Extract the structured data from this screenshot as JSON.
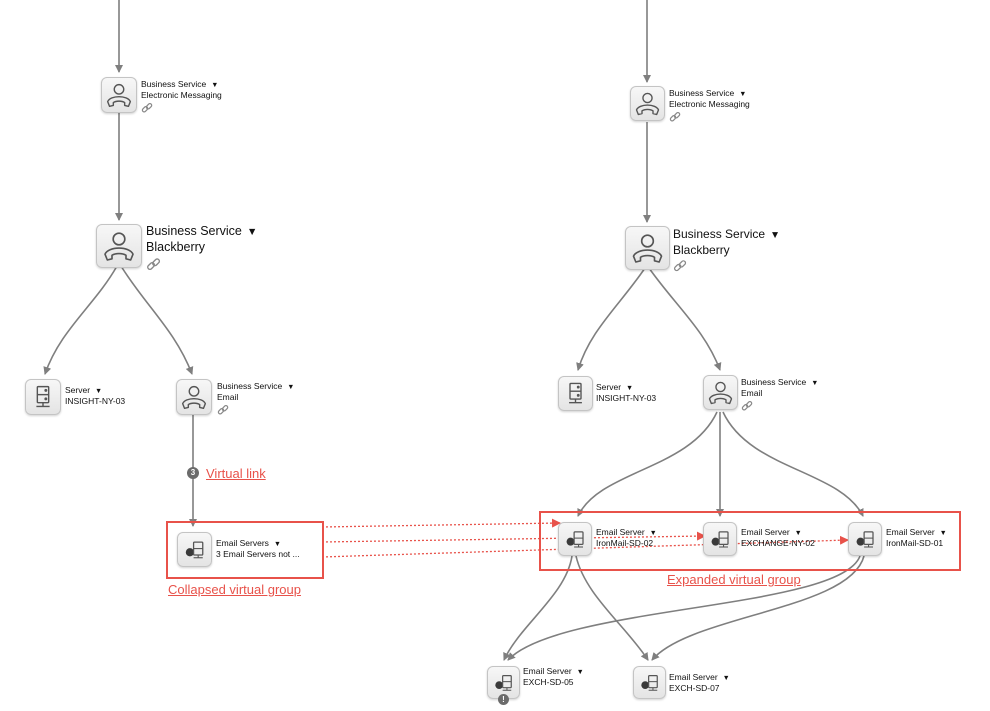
{
  "nodes": {
    "left_em": {
      "type": "Business Service",
      "name": "Electronic Messaging"
    },
    "left_bb": {
      "type": "Business Service",
      "name": "Blackberry"
    },
    "left_srv": {
      "type": "Server",
      "name": "INSIGHT-NY-03"
    },
    "left_email": {
      "type": "Business Service",
      "name": "Email"
    },
    "left_group": {
      "type": "Email Servers",
      "name": "3 Email Servers not ..."
    },
    "right_em": {
      "type": "Business Service",
      "name": "Electronic Messaging"
    },
    "right_bb": {
      "type": "Business Service",
      "name": "Blackberry"
    },
    "right_srv": {
      "type": "Server",
      "name": "INSIGHT-NY-03"
    },
    "right_email": {
      "type": "Business Service",
      "name": "Email"
    },
    "ironmail_sd02": {
      "type": "Email Server",
      "name": "IronMail-SD-02"
    },
    "exchange_ny02": {
      "type": "Email Server",
      "name": "EXCHANGE-NY-02"
    },
    "ironmail_sd01": {
      "type": "Email Server",
      "name": "IronMail-SD-01"
    },
    "exch_sd05": {
      "type": "Email Server",
      "name": "EXCH-SD-05"
    },
    "exch_sd07": {
      "type": "Email Server",
      "name": "EXCH-SD-07"
    }
  },
  "annotations": {
    "virtual_link": "Virtual link",
    "collapsed": "Collapsed virtual group",
    "expanded": "Expanded virtual group"
  },
  "badges": {
    "virtual_link_count": "3",
    "alert": "!"
  },
  "colors": {
    "edge": "#7f7f7f",
    "annotation": "#e8524a",
    "icon_stroke": "#555555"
  }
}
